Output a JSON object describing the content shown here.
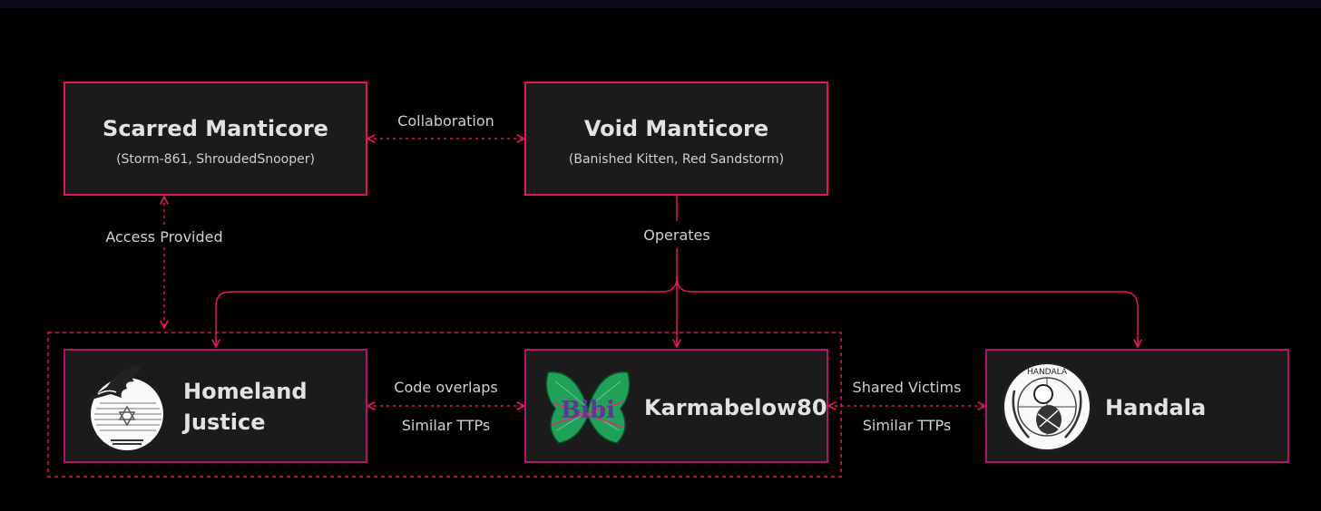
{
  "nodes": {
    "scarred": {
      "title": "Scarred Manticore",
      "aliases": "(Storm-861, ShroudedSnooper)"
    },
    "void": {
      "title": "Void Manticore",
      "aliases": "(Banished Kitten, Red Sandstorm)"
    },
    "homeland": {
      "title_line1": "Homeland",
      "title_line2": "Justice",
      "logo": "eagle-star-emblem-icon"
    },
    "karma": {
      "title": "Karmabelow80",
      "logo": "green-butterfly-icon"
    },
    "handala": {
      "title": "Handala",
      "logo": "handala-emblem-icon"
    }
  },
  "edges": {
    "collaboration": "Collaboration",
    "access": "Access Provided",
    "operates": "Operates",
    "code_overlaps": "Code overlaps",
    "similar_ttps_1": "Similar TTPs",
    "shared_victims": "Shared Victims",
    "similar_ttps_2": "Similar TTPs"
  },
  "colors": {
    "accent": "#e8145a",
    "box_fill": "#1b1b1b",
    "background": "#000000"
  }
}
